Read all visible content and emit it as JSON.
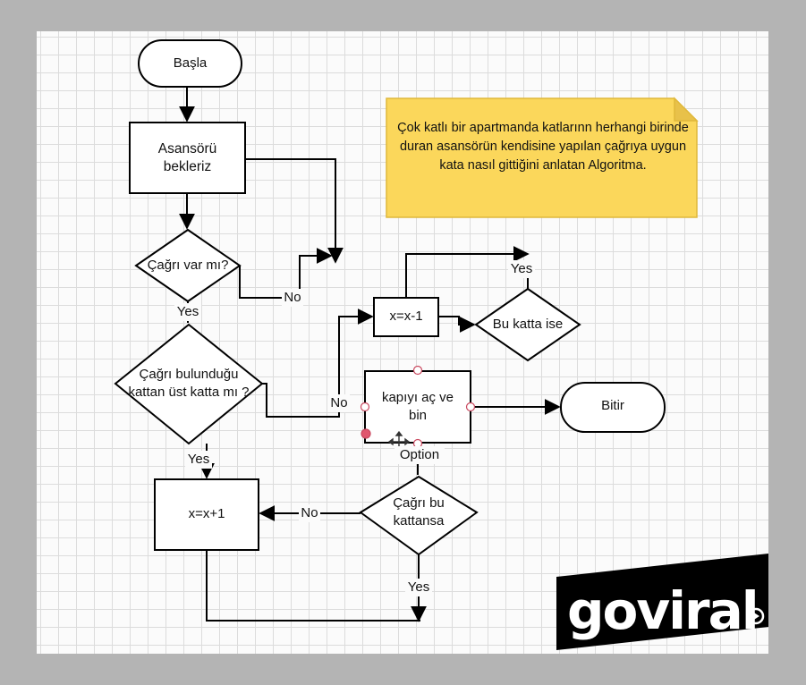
{
  "nodes": {
    "start": "Başla",
    "wait": "Asansörü\nbekleriz",
    "call_check": "Çağrı var mı?",
    "floor_above": "Çağrı bulunduğu\nkattan üst katta mı ?",
    "decrement": "x=x-1",
    "on_floor": "Bu katta ise",
    "open_door": "kapıyı aç ve\nbin",
    "end": "Bitir",
    "increment": "x=x+1",
    "call_this_floor": "Çağrı bu\nkattansa"
  },
  "edge_labels": {
    "no_call": "No",
    "yes_call": "Yes",
    "no_above": "No",
    "yes_above": "Yes",
    "yes_on_floor": "Yes",
    "option": "Option",
    "no_this_floor": "No",
    "yes_this_floor": "Yes"
  },
  "note": "Çok katlı bir apartmanda katlarınn herhangi birinde duran asansörün kendisine yapılan çağrıya uygun kata nasıl gittiğini anlatan Algoritma.",
  "logo": "goviral",
  "colors": {
    "background": "#b4b4b4",
    "canvas": "#fbfbfb",
    "grid": "#dcdcdc",
    "note_fill": "#fbd75b",
    "note_border": "#e0b83b",
    "stroke": "#000000",
    "handle": "#e0788a",
    "logo_bg": "#000000",
    "logo_text": "#ffffff"
  },
  "icons": [
    "move-cursor-icon",
    "play-icon"
  ]
}
